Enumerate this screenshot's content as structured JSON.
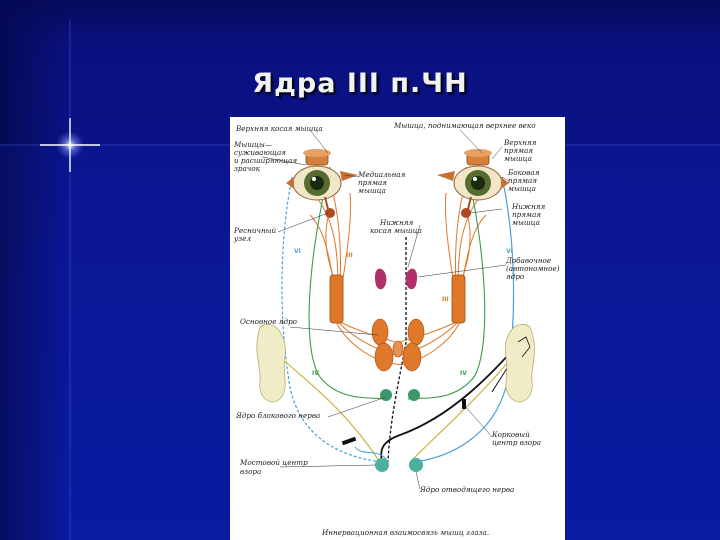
{
  "slide": {
    "title": "Ядра III п.ЧН"
  },
  "figure": {
    "caption": "Иннервационная взаимосвязь мышц глаза.",
    "labels": {
      "superior_oblique": "Верхняя косая мышца",
      "levator_palpebrae": "Мышца, поднимающая верхнее веко",
      "pupil_muscles_1": "Мышцы—",
      "pupil_muscles_2": "суживающая",
      "pupil_muscles_3": "и расширяющая",
      "pupil_muscles_4": "зрачок",
      "medial_rectus_1": "Медиальная",
      "medial_rectus_2": "прямая",
      "medial_rectus_3": "мышца",
      "superior_rectus_1": "Верхняя",
      "superior_rectus_2": "прямая",
      "superior_rectus_3": "мышца",
      "lateral_rectus_1": "Боковая",
      "lateral_rectus_2": "прямая",
      "lateral_rectus_3": "мышца",
      "ciliary_ganglion_1": "Ресничный",
      "ciliary_ganglion_2": "узел",
      "inferior_oblique_1": "Нижняя",
      "inferior_oblique_2": "косая мышца",
      "inferior_rectus_1": "Нижняя",
      "inferior_rectus_2": "прямая",
      "inferior_rectus_3": "мышца",
      "accessory_nucleus_1": "Добавочное",
      "accessory_nucleus_2": "(автономное)",
      "accessory_nucleus_3": "ядро",
      "main_nucleus": "Основное ядро",
      "trochlear_nucleus": "Ядро блокового нерва",
      "cortical_gaze_1": "Корковый",
      "cortical_gaze_2": "центр взора",
      "pontine_gaze_1": "Мостовой центр",
      "pontine_gaze_2": "взора",
      "abducens_nucleus": "Ядро отводящего нерва"
    },
    "roman": {
      "vi_left": "VI",
      "iii_left": "III",
      "vi_right": "VI",
      "iii_right": "III",
      "iv_left": "IV",
      "iv_right": "IV"
    }
  },
  "colors": {
    "oculomotor": "#e0782a",
    "abducens": "#4aa0d8",
    "trochlear": "#3a9a4a",
    "cortical": "#111111",
    "yellow_path": "#c8b640",
    "accessory": "#b0306a"
  }
}
